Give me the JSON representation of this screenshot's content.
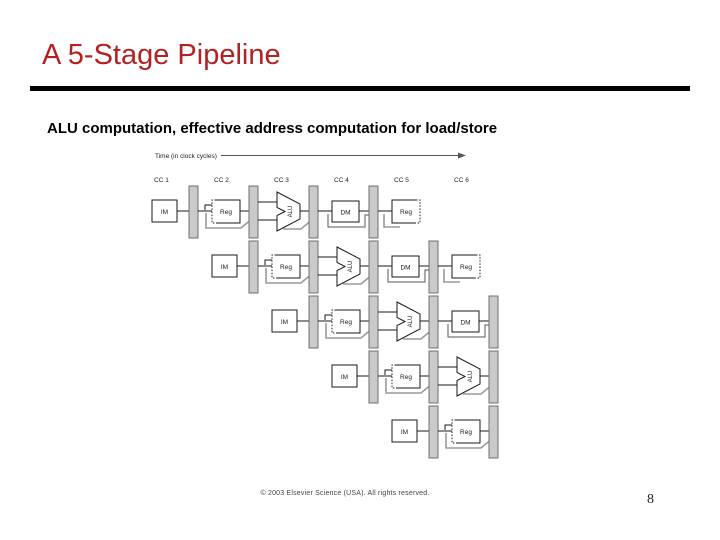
{
  "slide": {
    "title": "A 5-Stage Pipeline",
    "subtitle": "ALU computation, effective address computation for load/store",
    "copyright": "© 2003 Elsevier Science (USA). All rights reserved.",
    "page_number": "8",
    "title_color": "#b22222",
    "divider_color": "#000000",
    "background_color": "#ffffff"
  },
  "diagram": {
    "time_label": "Time (in clock cycles)",
    "clock_cycles": [
      "CC 1",
      "CC 2",
      "CC 3",
      "CC 4",
      "CC 5",
      "CC 6"
    ],
    "rows": [
      {
        "stages": [
          "IM",
          "Reg",
          "ALU",
          "DM",
          "Reg"
        ],
        "trailing_bar": false
      },
      {
        "stages": [
          "IM",
          "Reg",
          "ALU",
          "DM",
          "Reg"
        ],
        "trailing_bar": false
      },
      {
        "stages": [
          "IM",
          "Reg",
          "ALU",
          "DM"
        ],
        "trailing_bar": true
      },
      {
        "stages": [
          "IM",
          "Reg",
          "ALU"
        ],
        "trailing_bar": true
      },
      {
        "stages": [
          "IM",
          "Reg"
        ],
        "trailing_bar": true
      }
    ],
    "colors": {
      "bar_fill": "#cacaca",
      "bar_stroke": "#6f6f6f",
      "box_stroke": "#1a1a1a",
      "line": "#1a1a1a",
      "decor": "#9a9a9a",
      "axis": "#555555"
    }
  }
}
